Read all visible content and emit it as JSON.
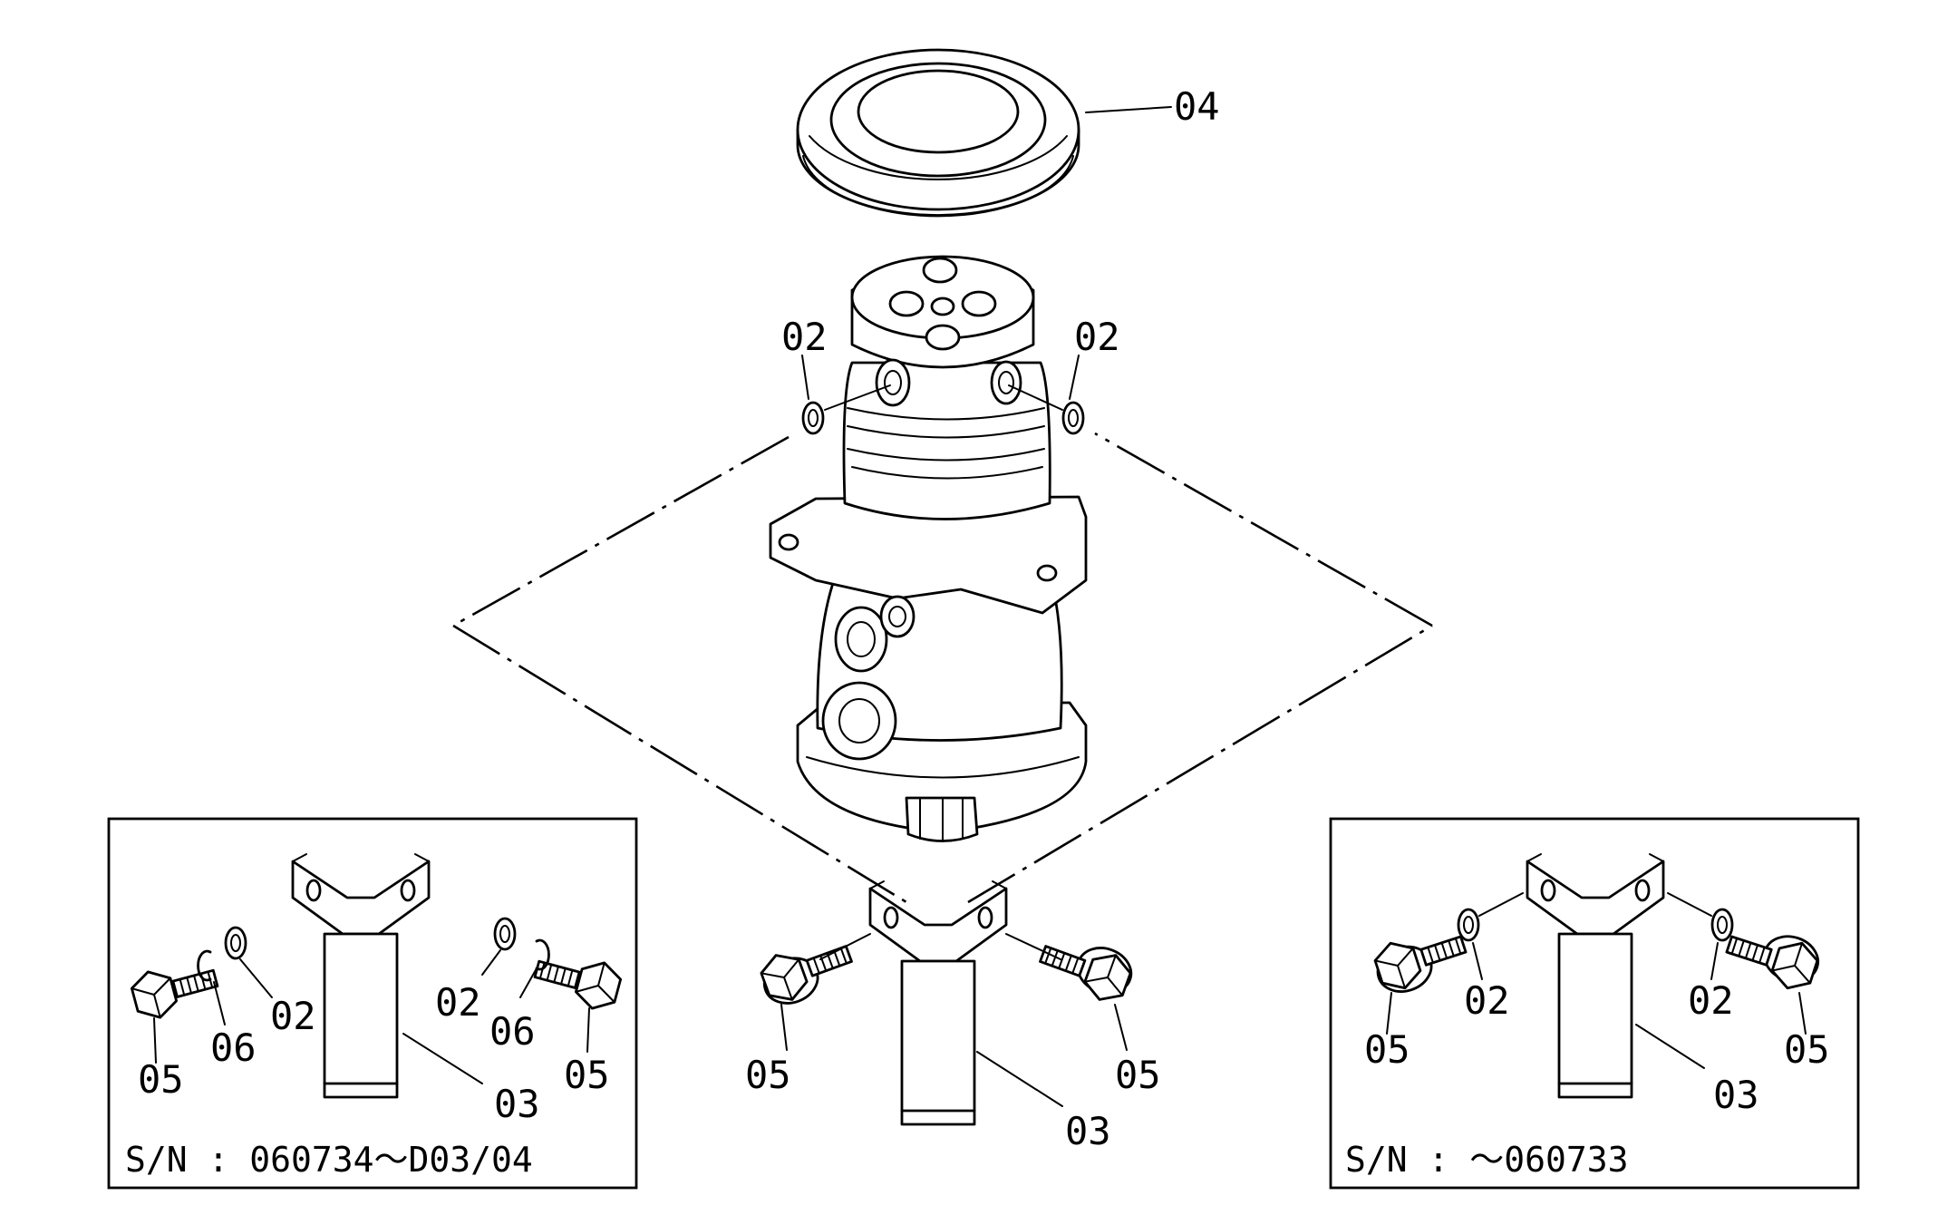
{
  "labels": {
    "seal_ring": "04",
    "oring_left": "02",
    "oring_right": "02",
    "main_bolt_left": "05",
    "main_bolt_right": "05",
    "main_stopper": "03",
    "left_bolt_left": "05",
    "left_washer_left": "06",
    "left_oring_left": "02",
    "left_oring_right": "02",
    "left_washer_right": "06",
    "left_bolt_right": "05",
    "left_stopper": "03",
    "right_bolt_left": "05",
    "right_oring_left": "02",
    "right_oring_right": "02",
    "right_bolt_right": "05",
    "right_stopper": "03"
  },
  "insets": {
    "left_serial": "S/N  :  060734～D03/04",
    "right_serial": "S/N  :     ～060733"
  }
}
